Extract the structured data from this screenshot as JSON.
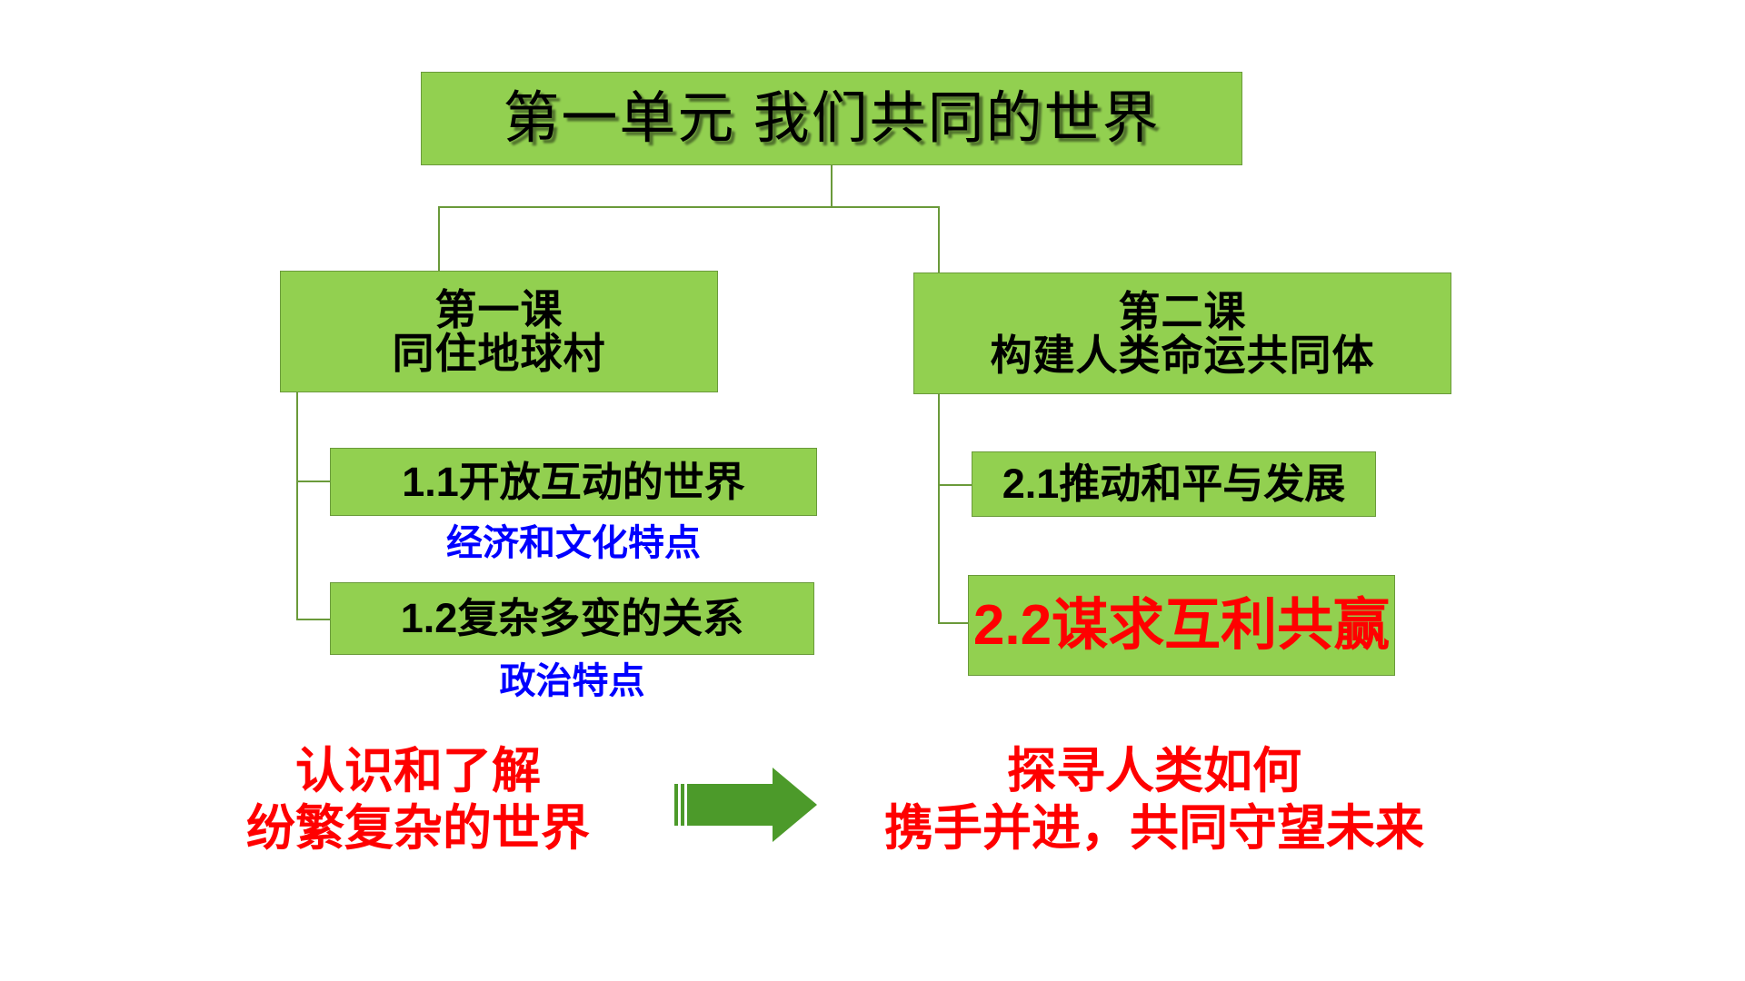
{
  "colors": {
    "box_fill": "#92d050",
    "box_border": "#6a9a3a",
    "highlight_red": "#ff0000",
    "note_blue": "#0000ff",
    "arrow_green": "#4c9a2a",
    "background": "#ffffff"
  },
  "unit": {
    "title": "第一单元  我们共同的世界"
  },
  "lessons": [
    {
      "name_line1": "第一课",
      "name_line2": "同住地球村",
      "subtopics": [
        {
          "label": "1.1开放互动的世界",
          "note": "经济和文化特点",
          "highlight": false
        },
        {
          "label": "1.2复杂多变的关系",
          "note": "政治特点",
          "highlight": false
        }
      ]
    },
    {
      "name_line1": "第二课",
      "name_line2": "构建人类命运共同体",
      "subtopics": [
        {
          "label": "2.1推动和平与发展",
          "note": "",
          "highlight": false
        },
        {
          "label": "2.2谋求互利共赢",
          "note": "",
          "highlight": true
        }
      ]
    }
  ],
  "summary": {
    "left_line1": "认识和了解",
    "left_line2": "纷繁复杂的世界",
    "arrow": "right-arrow-icon",
    "right_line1": "探寻人类如何",
    "right_line2": "携手并进，共同守望未来"
  }
}
